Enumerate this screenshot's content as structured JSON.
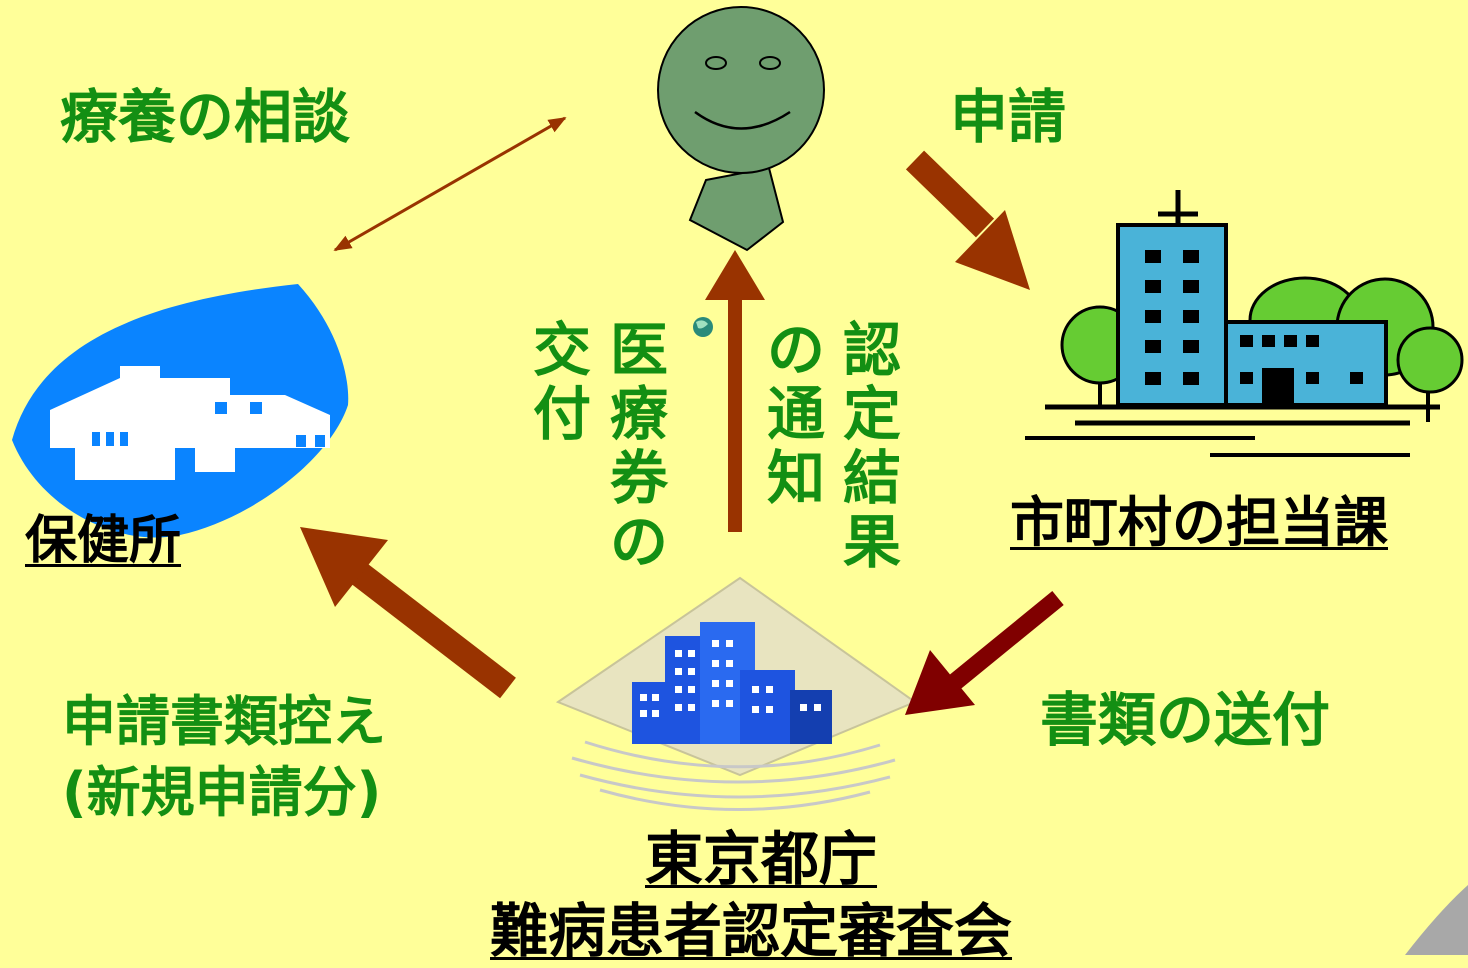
{
  "labels": {
    "consultation": "療養の相談",
    "application": "申請",
    "documents_sent": "書類の送付",
    "copy_line1": "申請書類控え",
    "copy_line2": "(新規申請分)",
    "certificate_issue_a": "医療券の",
    "certificate_issue_b": "交付",
    "result_notice_a": "認定結果",
    "result_notice_b": "の通知"
  },
  "nodes": {
    "health_center": "保健所",
    "municipal_office": "市町村の担当課",
    "tokyo_gov": "東京都庁",
    "review_board": "難病患者認定審査会"
  },
  "colors": {
    "background": "#ffff99",
    "label_green": "#138f13",
    "arrow_brown": "#993300",
    "arrow_darkred": "#800000",
    "person_fill": "#6f9e6f",
    "health_center_blue": "#0a84ff",
    "office_blue": "#4ab3d8",
    "tree_green": "#66cc33",
    "hq_blue": "#1e54e0"
  }
}
